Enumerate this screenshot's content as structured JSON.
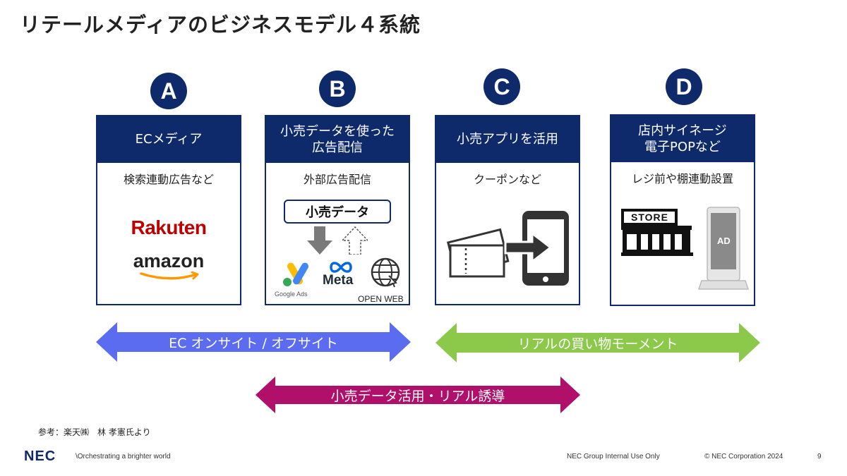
{
  "title": "リテールメディアのビジネスモデル４系統",
  "columns": [
    {
      "letter": "A",
      "header": "ECメディア",
      "sub": "検索連動広告など",
      "logos": [
        "Rakuten",
        "amazon"
      ]
    },
    {
      "letter": "B",
      "header": "小売データを使った\n広告配信",
      "sub": "外部広告配信",
      "data_label": "小売データ",
      "logos": [
        "Google Ads",
        "Meta",
        "OPEN WEB"
      ]
    },
    {
      "letter": "C",
      "header": "小売アプリを活用",
      "sub": "クーポンなど"
    },
    {
      "letter": "D",
      "header": "店内サイネージ\n電子POPなど",
      "sub": "レジ前や棚連動設置",
      "store_label": "STORE",
      "ad_label": "AD"
    }
  ],
  "arrows": [
    {
      "label": "EC オンサイト / オフサイト",
      "color": "#5b6cf0"
    },
    {
      "label": "リアルの買い物モーメント",
      "color": "#8cc94a"
    },
    {
      "label": "小売データ活用・リアル誘導",
      "color": "#b0106a"
    }
  ],
  "footer": {
    "note": "参考：楽天㈱　林 孝憲氏より",
    "logo": "NEC",
    "tagline": "\\Orchestrating a brighter world",
    "internal": "NEC Group Internal Use Only",
    "copyright": "© NEC Corporation 2024",
    "page": "9"
  },
  "colors": {
    "navy": "#0f2a6b",
    "rakuten": "#bf0000",
    "amazon_orange": "#ff9900"
  }
}
